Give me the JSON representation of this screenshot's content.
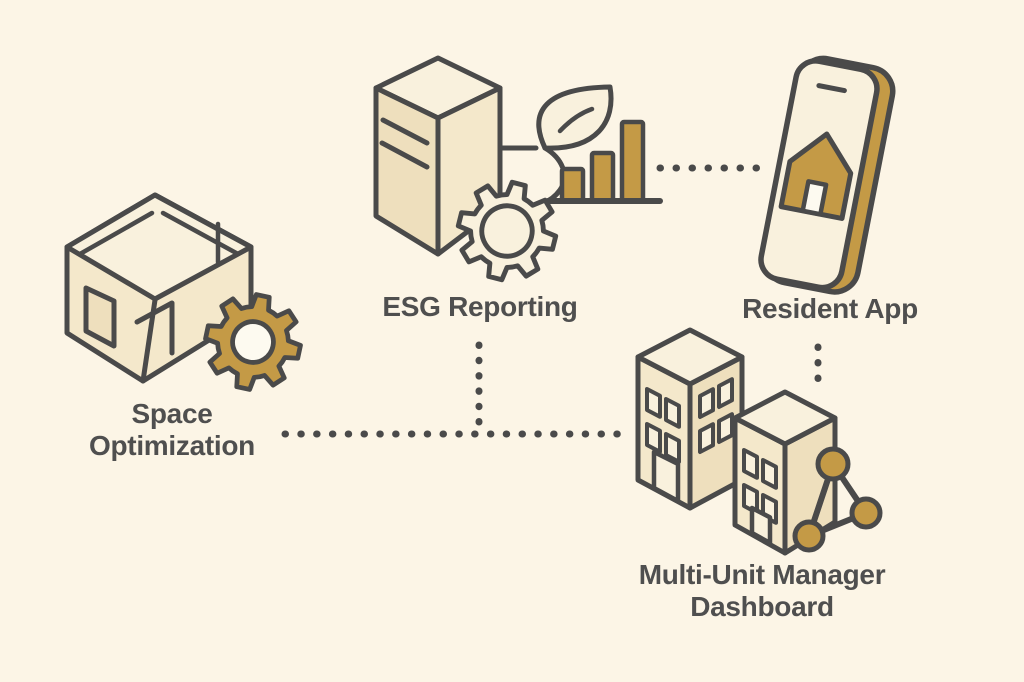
{
  "title": "Property management platform feature diagram",
  "palette": {
    "background": "#fcf5e6",
    "outline": "#4a4a4a",
    "text": "#4f4f4f",
    "gold": "#c49a46",
    "cream": "#f4e8cb",
    "cream_light": "#f9f1dd",
    "cream_dark": "#eedfbd",
    "white": "#fdfaf0"
  },
  "nodes": [
    {
      "id": "space-optimization",
      "label": "Space Optimization",
      "label_lines": [
        "Space",
        "Optimization"
      ],
      "icon": "open-box-with-gear-icon"
    },
    {
      "id": "esg-reporting",
      "label": "ESG Reporting",
      "label_lines": [
        "ESG Reporting"
      ],
      "icon": "server-leaf-bar-chart-gear-icon"
    },
    {
      "id": "resident-app",
      "label": "Resident App",
      "label_lines": [
        "Resident App"
      ],
      "icon": "smartphone-with-house-icon"
    },
    {
      "id": "multi-unit-manager-dashboard",
      "label": "Multi-Unit Manager Dashboard",
      "label_lines": [
        "Multi-Unit Manager",
        "Dashboard"
      ],
      "icon": "buildings-with-network-icon"
    }
  ],
  "connections": [
    {
      "from": "esg-reporting",
      "to": "resident-app",
      "style": "dotted-horizontal"
    },
    {
      "from": "space-optimization",
      "to": "multi-unit-manager-dashboard",
      "style": "dotted-horizontal"
    },
    {
      "from": "esg-reporting",
      "to": "space-optimization-line",
      "style": "dotted-vertical"
    },
    {
      "from": "resident-app",
      "to": "multi-unit-manager-dashboard",
      "style": "dotted-vertical"
    }
  ]
}
